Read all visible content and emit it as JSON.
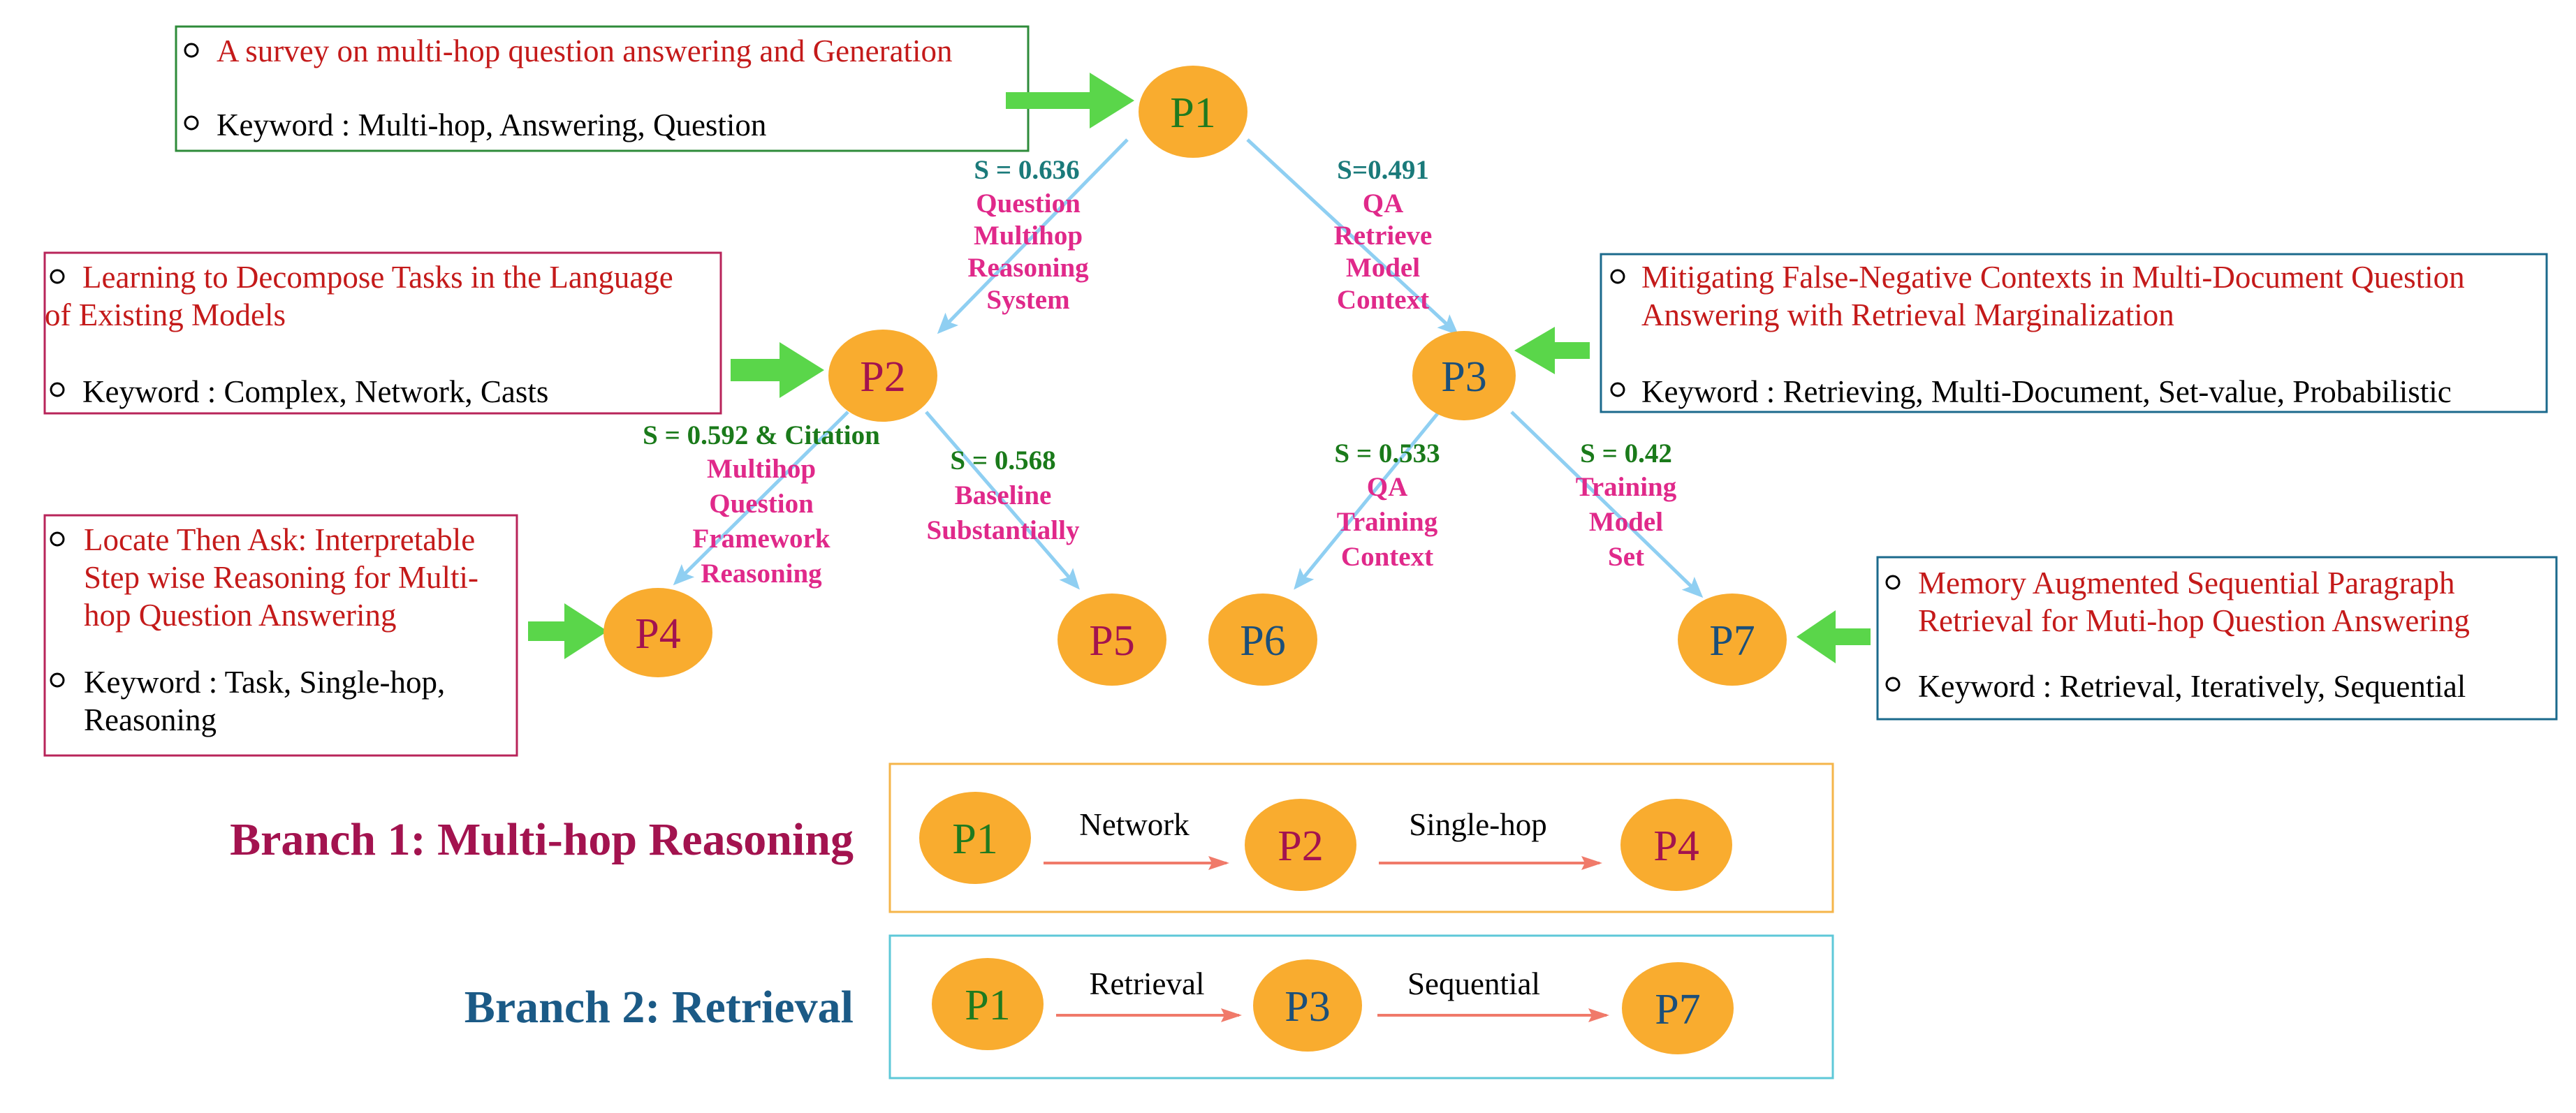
{
  "colors": {
    "node_fill": "#f9ac2f",
    "title_red": "#c41a1a",
    "green_arrow": "#5ad64a",
    "tree_arrow": "#8fcff2",
    "branch_arrow": "#f07a6a",
    "sim_green": "#1a7a1a",
    "sim_teal": "#1a7a7a",
    "kw_pink": "#e0298a",
    "branch1": "#a3134f",
    "branch2": "#1b5a86",
    "box_green": "#2e8b3a",
    "box_pink": "#b8245a",
    "box_blue": "#1b6a8c",
    "branch_box1": "#f5b54a",
    "branch_box2": "#5ec8d8"
  },
  "nodes": {
    "P1": {
      "label": "P1",
      "color": "#1f7a1f"
    },
    "P2": {
      "label": "P2",
      "color": "#a3134f"
    },
    "P3": {
      "label": "P3",
      "color": "#1b4f7a"
    },
    "P4": {
      "label": "P4",
      "color": "#a3134f"
    },
    "P5": {
      "label": "P5",
      "color": "#a3134f"
    },
    "P6": {
      "label": "P6",
      "color": "#1b4f7a"
    },
    "P7": {
      "label": "P7",
      "color": "#1b4f7a"
    }
  },
  "boxes": {
    "p1": {
      "title": [
        "A survey on multi-hop question answering and Generation"
      ],
      "keyword": [
        "Keyword : Multi-hop, Answering, Question"
      ]
    },
    "p2": {
      "title": [
        "Learning to Decompose Tasks in the Language",
        "of Existing Models"
      ],
      "keyword": [
        "Keyword : Complex, Network, Casts"
      ]
    },
    "p3": {
      "title": [
        "Mitigating False-Negative Contexts in Multi-Document Question",
        "Answering with Retrieval Marginalization"
      ],
      "keyword": [
        "Keyword : Retrieving, Multi-Document, Set-value, Probabilistic"
      ]
    },
    "p4": {
      "title": [
        "Locate Then Ask: Interpretable",
        "Step wise Reasoning for Multi-",
        "hop Question Answering"
      ],
      "keyword": [
        "Keyword : Task, Single-hop,",
        "Reasoning"
      ]
    },
    "p7": {
      "title": [
        "Memory Augmented Sequential Paragraph",
        "Retrieval for Muti-hop Question Answering"
      ],
      "keyword": [
        "Keyword : Retrieval, Iteratively, Sequential"
      ]
    }
  },
  "edges": {
    "p1_p2": {
      "score": "S = 0.636",
      "keywords": [
        "Question",
        "Multihop",
        "Reasoning",
        "System"
      ]
    },
    "p1_p3": {
      "score": "S=0.491",
      "keywords": [
        "QA",
        "Retrieve",
        "Model",
        "Context"
      ]
    },
    "p2_p4": {
      "score": "S = 0.592 & Citation",
      "keywords": [
        "Multihop",
        "Question",
        "Framework",
        "Reasoning"
      ]
    },
    "p2_p5": {
      "score": "S = 0.568",
      "keywords": [
        "Baseline",
        "Substantially"
      ]
    },
    "p3_p6": {
      "score": "S = 0.533",
      "keywords": [
        "QA",
        "Training",
        "Context"
      ]
    },
    "p3_p7": {
      "score": "S = 0.42",
      "keywords": [
        "Training",
        "Model",
        "Set"
      ]
    }
  },
  "branches": {
    "b1": {
      "label": "Branch 1: Multi-hop Reasoning",
      "nodes": [
        "P1",
        "P2",
        "P4"
      ],
      "edge_labels": [
        "Network",
        "Single-hop"
      ]
    },
    "b2": {
      "label": "Branch 2: Retrieval",
      "nodes": [
        "P1",
        "P3",
        "P7"
      ],
      "edge_labels": [
        "Retrieval",
        "Sequential"
      ]
    }
  }
}
